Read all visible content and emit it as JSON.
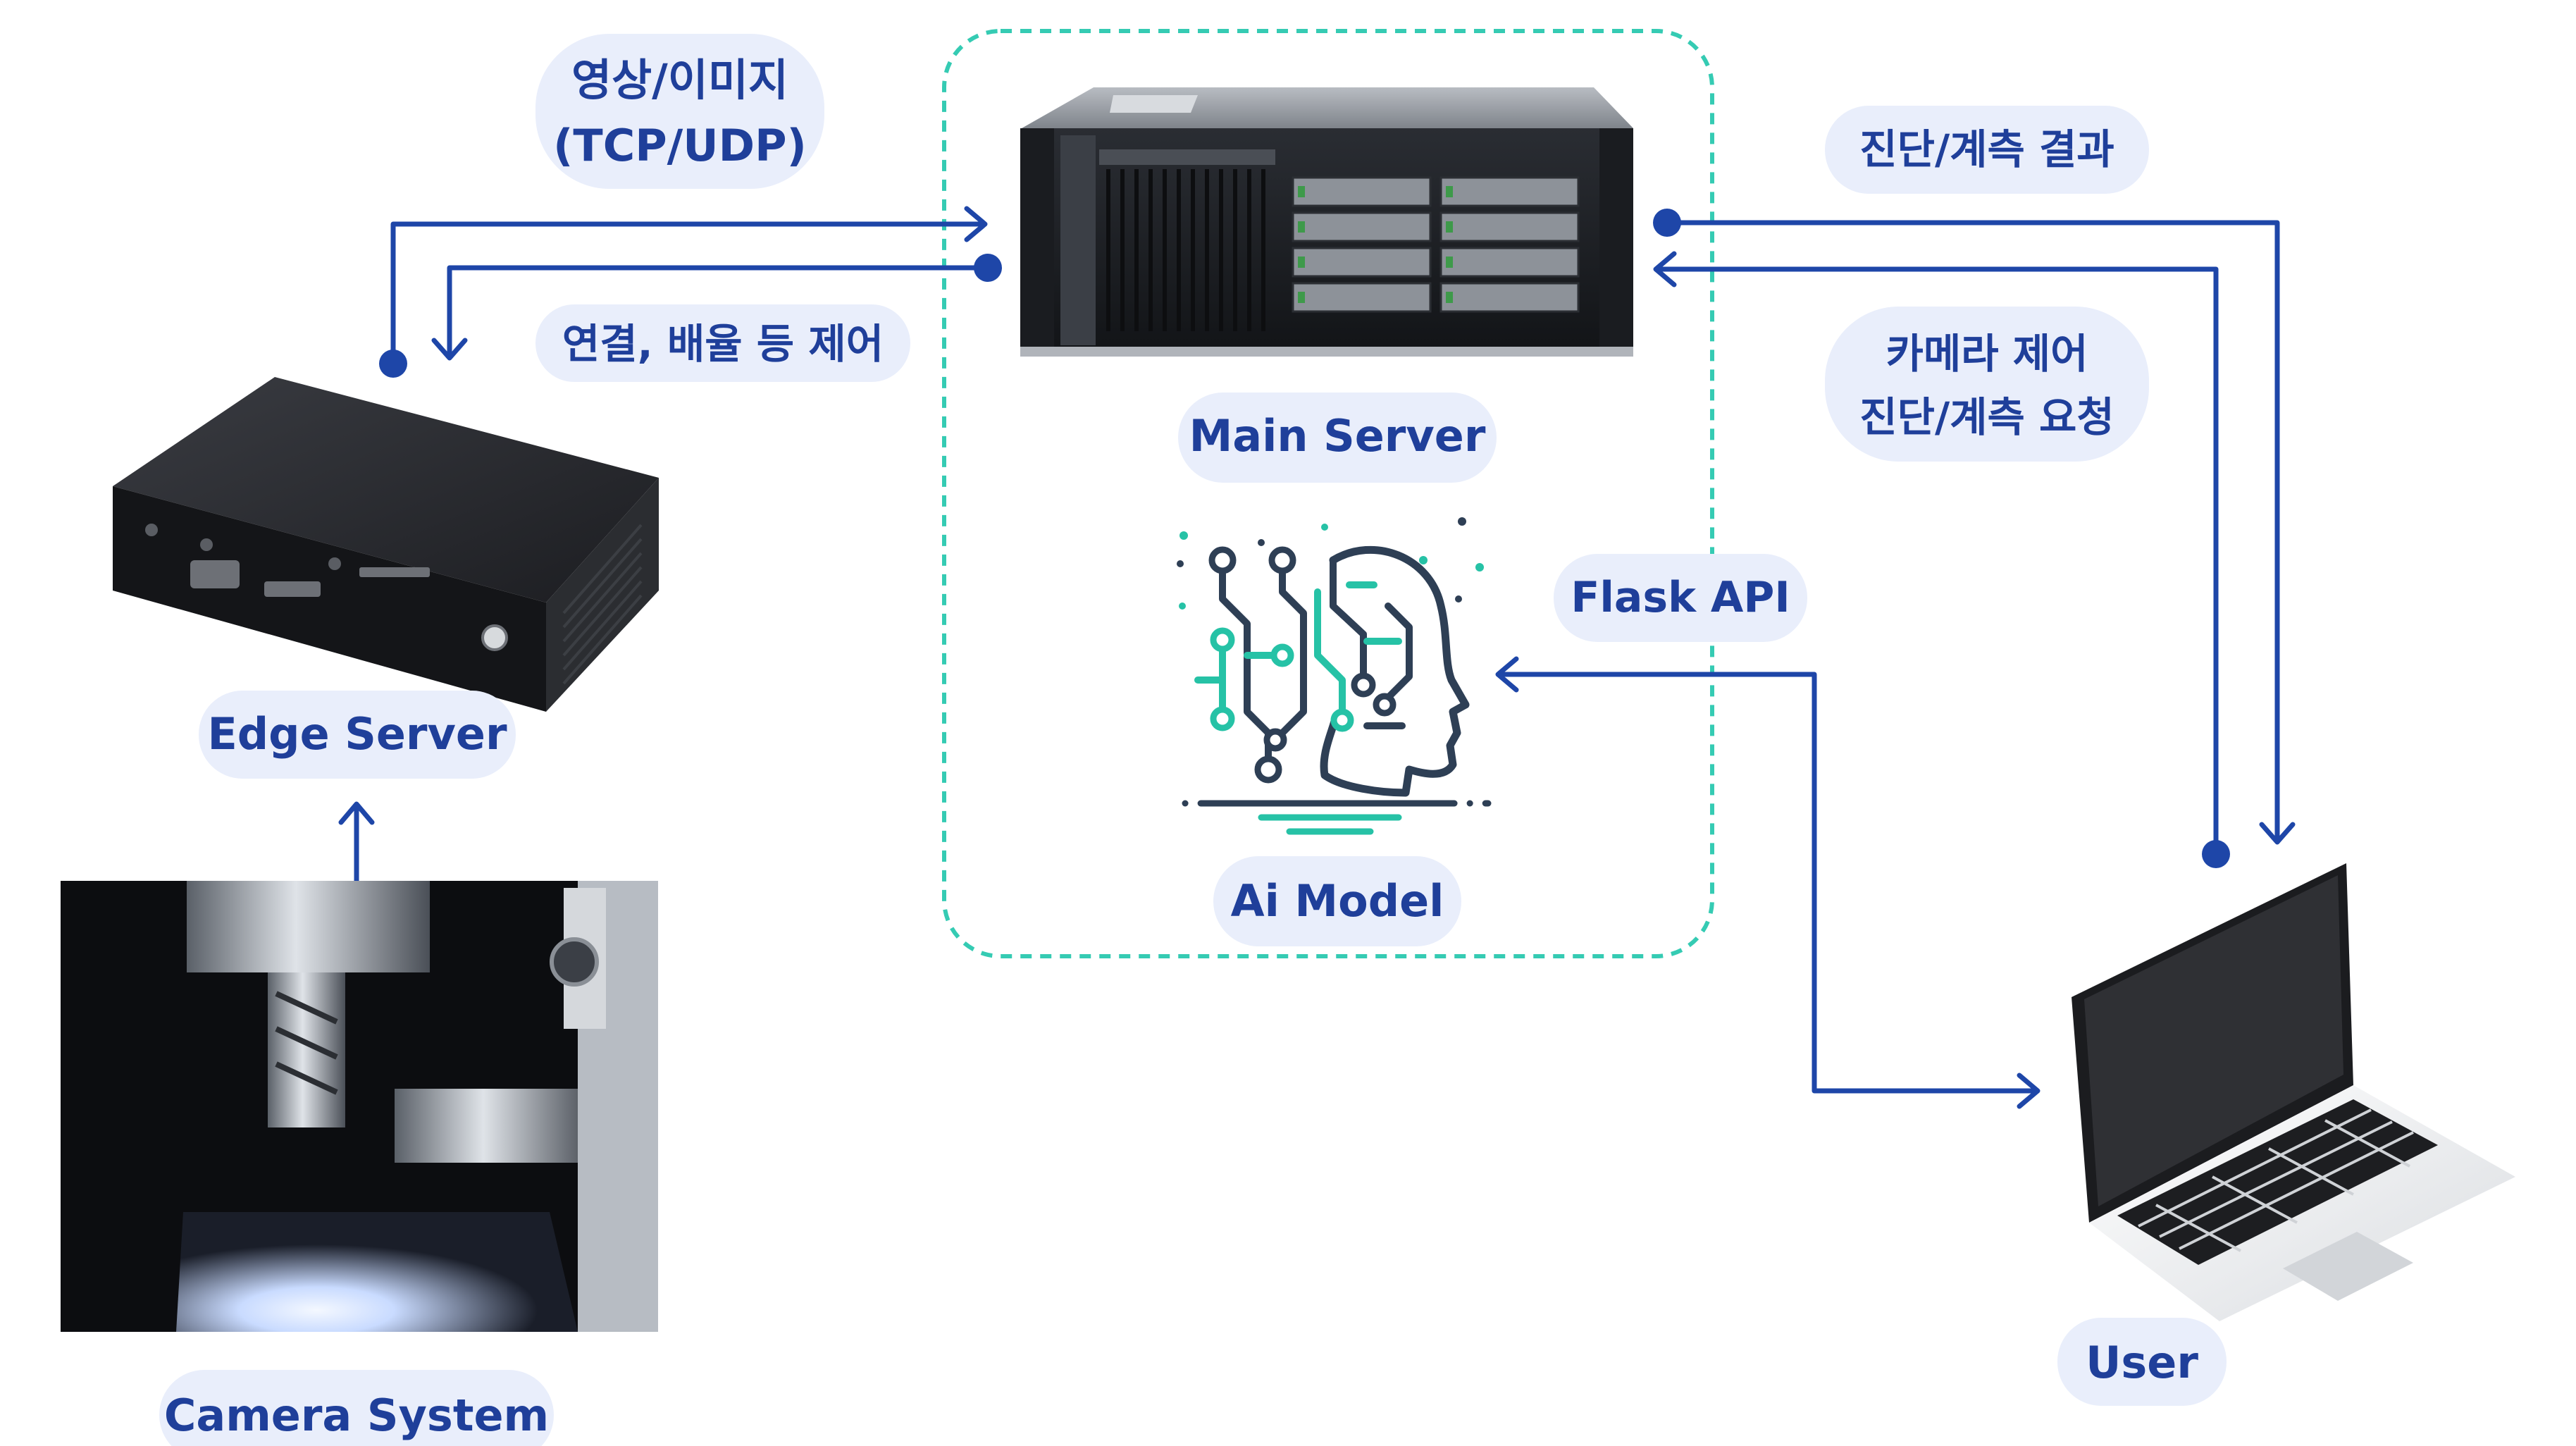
{
  "colors": {
    "arrow": "#1e46a8",
    "pill_bg": "#e9eefb",
    "pill_text": "#1f3f9a",
    "boundary": "#35cbb3",
    "ai_teal": "#26c2a6",
    "ai_dark": "#2e3f55"
  },
  "nodes": {
    "main_server": {
      "label": "Main Server",
      "icon": "rack-server-icon"
    },
    "ai_model": {
      "label": "Ai Model",
      "icon": "ai-brain-icon"
    },
    "edge_server": {
      "label": "Edge Server",
      "icon": "mini-pc-icon"
    },
    "camera_system": {
      "label": "Camera System",
      "icon": "camera-system-photo"
    },
    "user": {
      "label": "User",
      "icon": "laptop-icon"
    }
  },
  "edge_labels": {
    "video_line1": "영상/이미지",
    "video_line2": "(TCP/UDP)",
    "control": "연결, 배율 등 제어",
    "result": "진단/계측 결과",
    "request_line1": "카메라 제어",
    "request_line2": "진단/계측 요청",
    "flask": "Flask API"
  }
}
